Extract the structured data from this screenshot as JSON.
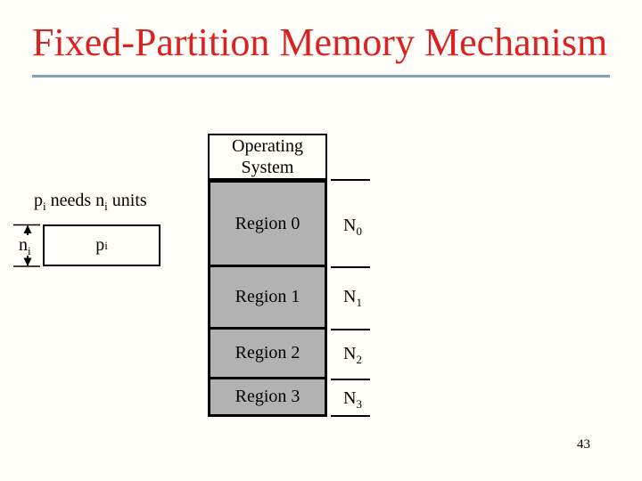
{
  "slide": {
    "title": "Fixed-Partition Memory Mechanism",
    "page_number": "43"
  },
  "left_annotation": {
    "needs_statement": {
      "p_base": "p",
      "p_sub": "i",
      "middle": " needs ",
      "n_base": "n",
      "n_sub": "i",
      "end": " units"
    },
    "process_box": {
      "base": "p",
      "sub": "i"
    },
    "size_label": {
      "base": "n",
      "sub": "i"
    }
  },
  "memory_diagram": {
    "os_box": {
      "line1": "Operating",
      "line2": "System"
    },
    "regions": [
      {
        "label": "Region 0",
        "size_base": "N",
        "size_sub": "0"
      },
      {
        "label": "Region 1",
        "size_base": "N",
        "size_sub": "1"
      },
      {
        "label": "Region 2",
        "size_base": "N",
        "size_sub": "2"
      },
      {
        "label": "Region 3",
        "size_base": "N",
        "size_sub": "3"
      }
    ]
  },
  "colors": {
    "title_red": "#d92323",
    "rule_blue": "#7e9fbe",
    "region_gray": "#b2b2b2",
    "background": "#fffef8"
  }
}
